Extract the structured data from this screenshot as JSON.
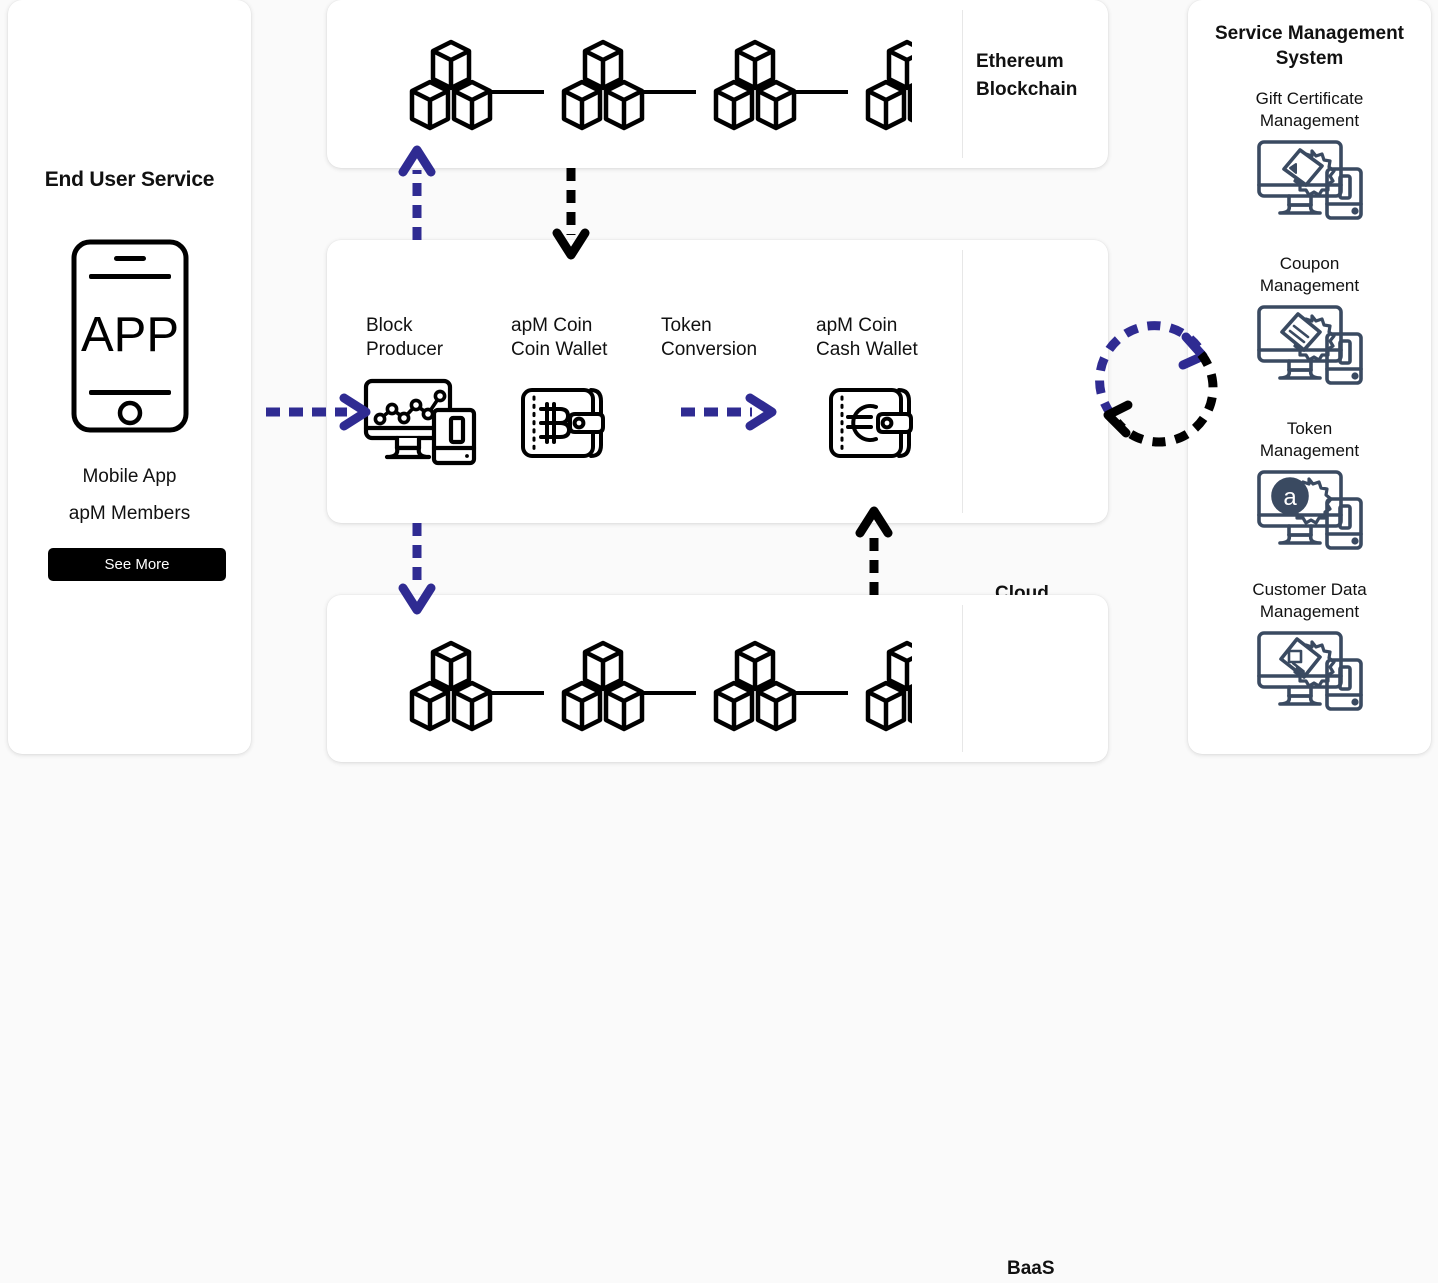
{
  "colors": {
    "accent_blue": "#2f2b92",
    "black": "#000000",
    "panel_bg": "#ffffff",
    "page_bg": "#fafafa",
    "right_icon_navy": "#3a4a61",
    "divider": "#e7e7e7"
  },
  "left_panel": {
    "title": "End User Service",
    "phone_screen_text": "APP",
    "subtitle_1": "Mobile App",
    "subtitle_2": "apM Members",
    "button_label": "See More"
  },
  "center": {
    "ethereum": {
      "label": "Ethereum\nBlockchain",
      "block_count": 4,
      "cubes_per_block": 3
    },
    "cloud": {
      "label": "Cloud\nNetwork",
      "nodes": [
        {
          "label": "Block\nProducer",
          "icon": "monitor-chart-icon"
        },
        {
          "label": "apM Coin\nCoin Wallet",
          "icon": "bitcoin-wallet-icon"
        },
        {
          "label": "Token\nConversion",
          "icon": "dashed-arrow-right-icon"
        },
        {
          "label": "apM Coin\nCash Wallet",
          "icon": "euro-wallet-icon"
        }
      ]
    },
    "baas": {
      "label": "BaaS",
      "block_count": 4,
      "cubes_per_block": 3
    }
  },
  "right_panel": {
    "title": "Service Management\nSystem",
    "items": [
      {
        "label": "Gift Certificate\nManagement",
        "icon": "gift-certificate-monitor-icon"
      },
      {
        "label": "Coupon\nManagement",
        "icon": "coupon-monitor-icon"
      },
      {
        "label": "Token\nManagement",
        "icon": "token-a-monitor-icon"
      },
      {
        "label": "Customer Data\nManagement",
        "icon": "customer-data-monitor-icon"
      }
    ]
  },
  "arrows": [
    {
      "name": "app-to-block-producer",
      "style": "dashed",
      "color": "#2f2b92",
      "direction": "right"
    },
    {
      "name": "cloud-to-ethereum",
      "style": "dashed",
      "color": "#2f2b92",
      "direction": "up"
    },
    {
      "name": "ethereum-to-cloud",
      "style": "dashed",
      "color": "#000000",
      "direction": "down"
    },
    {
      "name": "token-conversion",
      "style": "dashed",
      "color": "#2f2b92",
      "direction": "right"
    },
    {
      "name": "cloud-to-baas",
      "style": "dashed",
      "color": "#2f2b92",
      "direction": "down"
    },
    {
      "name": "baas-to-cloud",
      "style": "dashed",
      "color": "#000000",
      "direction": "up"
    },
    {
      "name": "cloud-to-service-management",
      "style": "dashed-arc",
      "color": "#2f2b92",
      "direction": "clockwise-top"
    },
    {
      "name": "service-management-to-cloud",
      "style": "dashed-arc",
      "color": "#000000",
      "direction": "clockwise-bottom"
    }
  ]
}
